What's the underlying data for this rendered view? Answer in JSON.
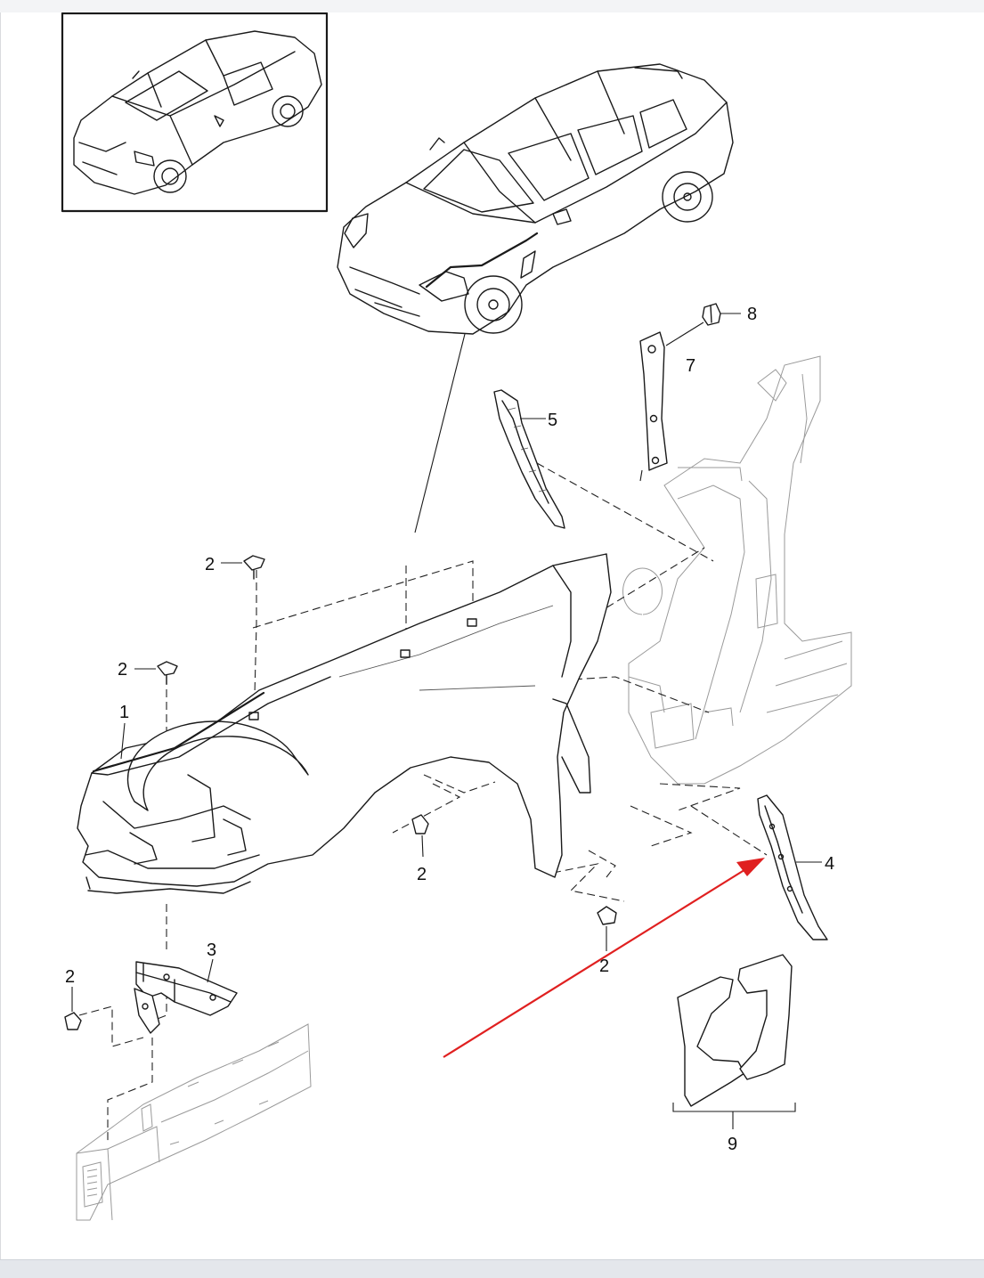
{
  "callouts": {
    "c1": "1",
    "c2a": "2",
    "c2b": "2",
    "c2c": "2",
    "c2d": "2",
    "c2e": "2",
    "c3": "3",
    "c4": "4",
    "c5": "5",
    "c7": "7",
    "c8": "8",
    "c9": "9"
  },
  "colors": {
    "arrow": "#e02020",
    "line": "#1a1a1a",
    "background": "#ffffff"
  }
}
